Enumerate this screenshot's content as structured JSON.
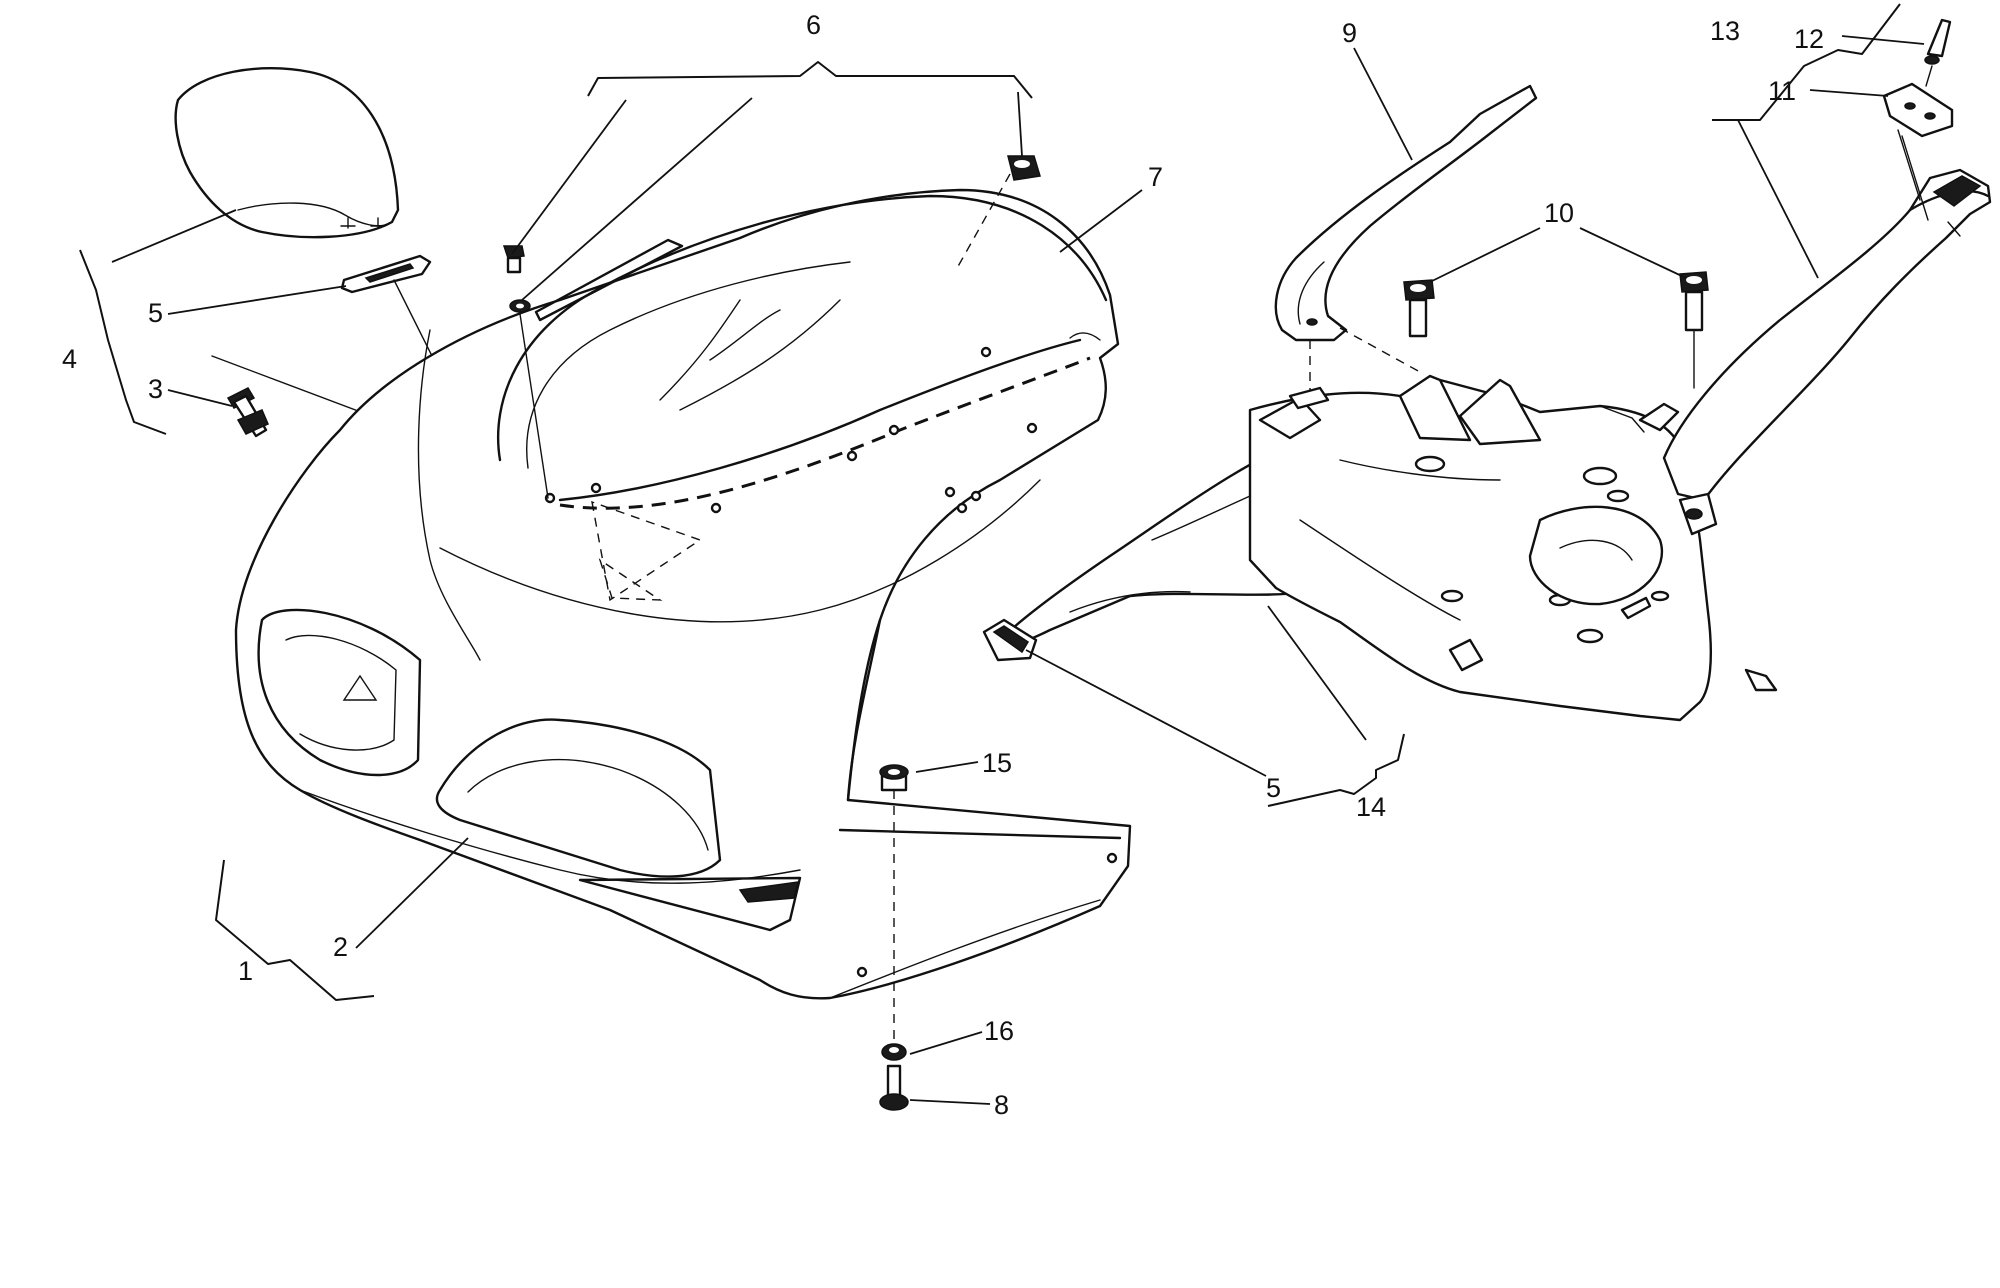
{
  "diagram": {
    "callouts": [
      {
        "id": "c1",
        "label": "1"
      },
      {
        "id": "c2",
        "label": "2"
      },
      {
        "id": "c3",
        "label": "3"
      },
      {
        "id": "c4",
        "label": "4"
      },
      {
        "id": "c5a",
        "label": "5"
      },
      {
        "id": "c5b",
        "label": "5"
      },
      {
        "id": "c6",
        "label": "6"
      },
      {
        "id": "c7",
        "label": "7"
      },
      {
        "id": "c8",
        "label": "8"
      },
      {
        "id": "c9",
        "label": "9"
      },
      {
        "id": "c10",
        "label": "10"
      },
      {
        "id": "c11",
        "label": "11"
      },
      {
        "id": "c12",
        "label": "12"
      },
      {
        "id": "c13",
        "label": "13"
      },
      {
        "id": "c14",
        "label": "14"
      },
      {
        "id": "c15",
        "label": "15"
      },
      {
        "id": "c16",
        "label": "16"
      }
    ]
  }
}
